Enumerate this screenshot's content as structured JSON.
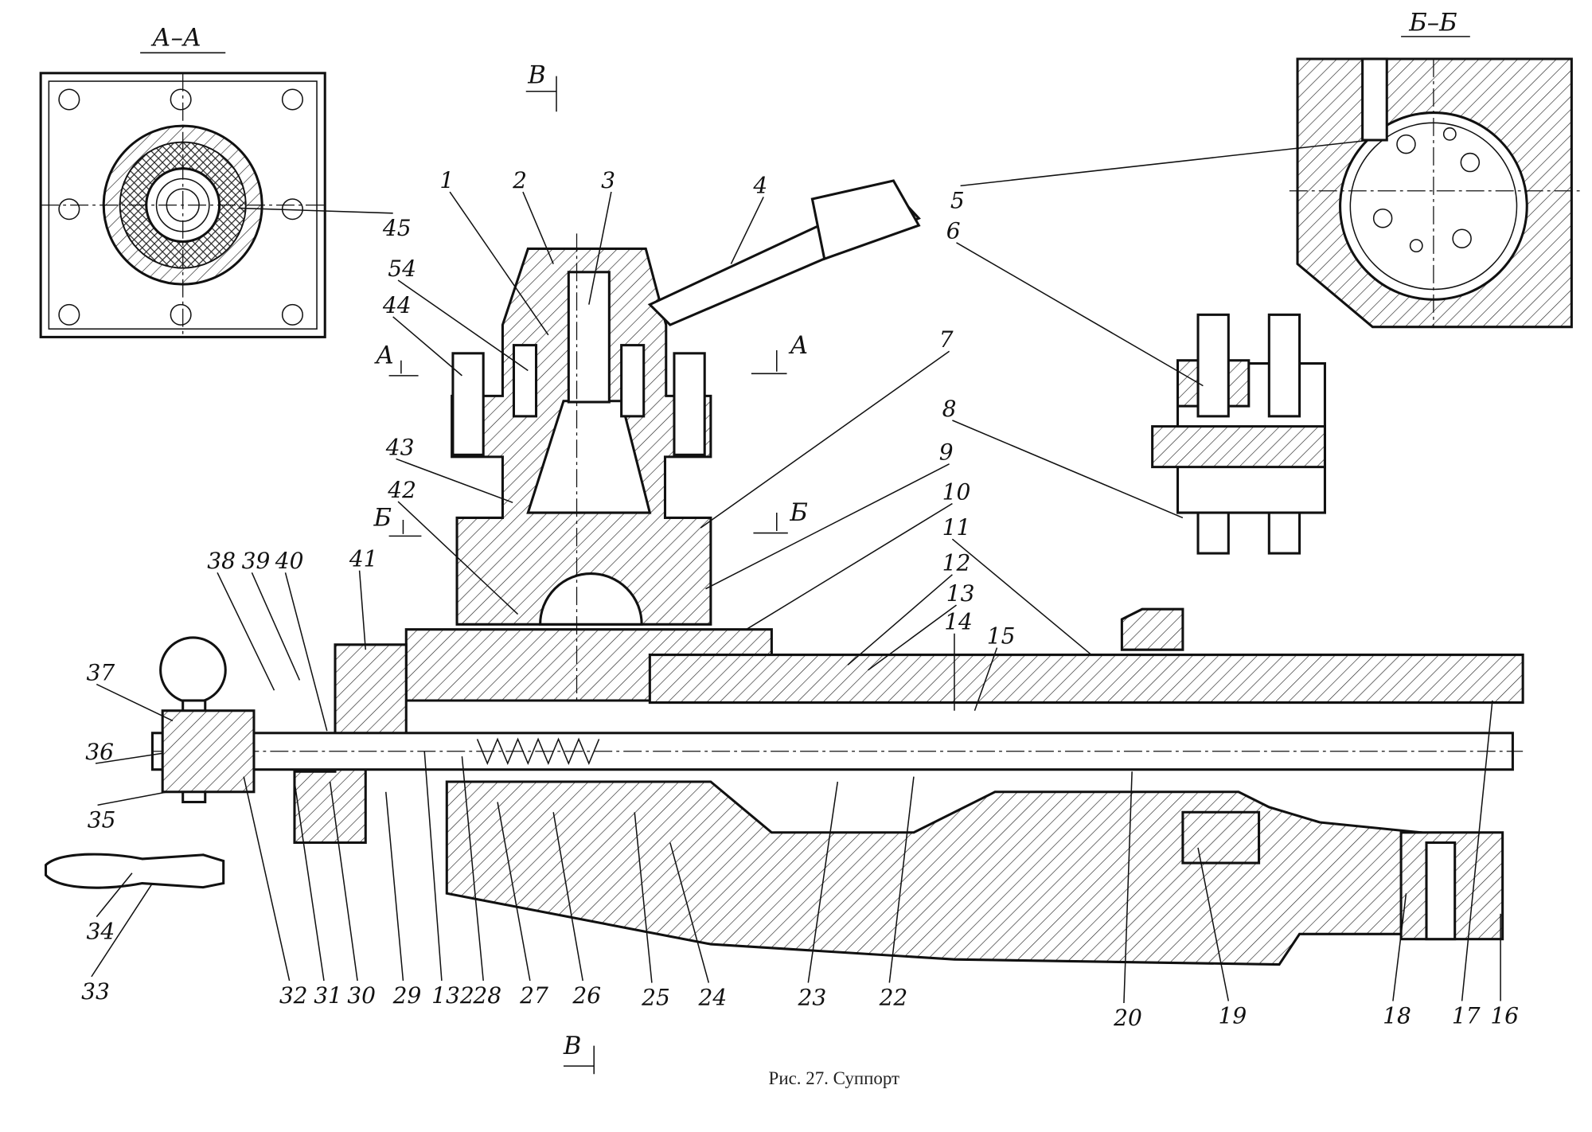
{
  "figure": {
    "caption": "Рис. 27. Суппорт",
    "sections": {
      "aa": "А–А",
      "bb": "Б–Б",
      "v_top": "В",
      "v_bottom": "В",
      "a_left": "А",
      "a_right": "А",
      "b_left": "Б",
      "b_right": "Б"
    },
    "part_labels": [
      "1",
      "2",
      "3",
      "4",
      "5",
      "6",
      "7",
      "8",
      "9",
      "10",
      "11",
      "12",
      "13",
      "14",
      "15",
      "16",
      "17",
      "18",
      "19",
      "20",
      "22",
      "23",
      "24",
      "25",
      "26",
      "27",
      "28",
      "132",
      "29",
      "30",
      "31",
      "32",
      "33",
      "34",
      "35",
      "36",
      "37",
      "38",
      "39",
      "40",
      "41",
      "42",
      "43",
      "44",
      "54",
      "45"
    ]
  }
}
